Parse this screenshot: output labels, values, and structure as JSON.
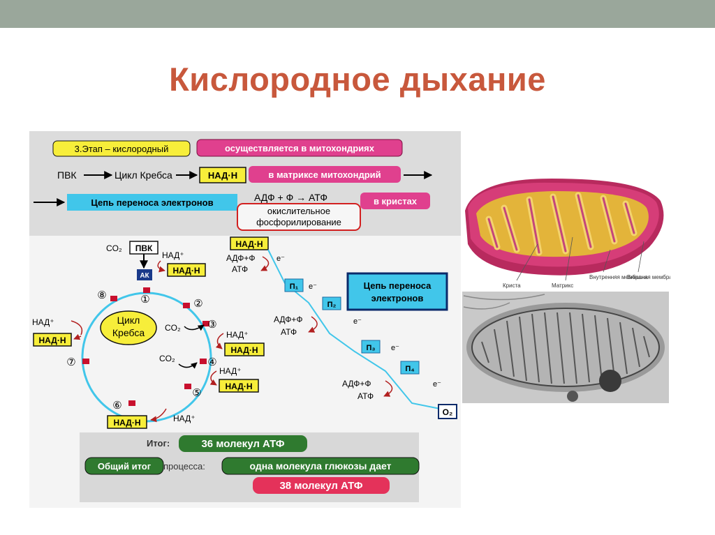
{
  "slide": {
    "title": "Кислородное дыхание"
  },
  "stage": {
    "stage_label": "3.Этап – кислородный",
    "location_mitochondria": "осуществляется в митохондриях",
    "pvk": "ПВК",
    "krebs_cycle": "Цикл Кребса",
    "nadh": "НАД·Н",
    "matrix_location": "в матриксе митохондрий",
    "electron_chain": "Цепь переноса электронов",
    "adp_atp": "АДФ + Ф  →  АТФ",
    "oxidative_1": "окислительное",
    "oxidative_2": "фосфорилирование",
    "cristae_location": "в кристах"
  },
  "cycle": {
    "co2": "CO₂",
    "pvk": "ПВК",
    "ak": "АК",
    "center_1": "Цикл",
    "center_2": "Кребса",
    "nad": "НАД⁺",
    "nadh": "НАД·Н",
    "step_numbers": [
      "①",
      "②",
      "③",
      "④",
      "⑤",
      "⑥",
      "⑦",
      "⑧"
    ]
  },
  "chain": {
    "nadh": "НАД·Н",
    "adp": "АДФ+Ф",
    "atp": "АТФ",
    "electron": "e⁻",
    "carriers": [
      "П₁",
      "П₂",
      "П₃",
      "П₄"
    ],
    "oxygen": "O₂",
    "chain_box_1": "Цепь переноса",
    "chain_box_2": "электронов"
  },
  "totals": {
    "itog_label": "Итог:",
    "itog_value": "36 молекул АТФ",
    "overall_label": "Общий итог",
    "process_word": "процесса:",
    "glucose_text": "одна молекула глюкозы дает",
    "overall_value": "38 молекул АТФ"
  },
  "mitochondrion": {
    "labels": [
      "Криста",
      "Матрикс",
      "Внутренняя мембрана",
      "Внешняя мембрана"
    ]
  },
  "colors": {
    "title": "#c8583c",
    "top_bar": "#9aa79b",
    "pink": "#e0408e",
    "yellow": "#f7ee3a",
    "cyan": "#41c6ea",
    "green": "#2f7a2f",
    "red_box": "#e4325a",
    "mito_outer": "#d63d78",
    "mito_inner": "#e3b43a"
  }
}
